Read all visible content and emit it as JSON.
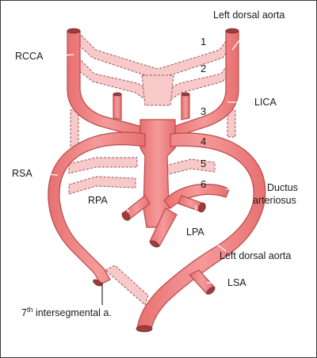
{
  "colors": {
    "vessel_fill": "#f08282",
    "vessel_edge": "#b84a4a",
    "vessel_highlight": "#f6a8a8",
    "regressed_fill": "#f8c9c9",
    "regressed_edge": "#9a5555",
    "text": "#1a1a1a"
  },
  "labels": {
    "left_dorsal_aorta_top": "Left dorsal aorta",
    "rcca": "RCCA",
    "lica": "LICA",
    "rsa": "RSA",
    "ductus_line1": "Ductus",
    "ductus_line2": "arteriosus",
    "rpa": "RPA",
    "lpa": "LPA",
    "left_dorsal_aorta_bottom": "Left dorsal aorta",
    "lsa": "LSA",
    "intersegmental_base": "7",
    "intersegmental_sup": "th",
    "intersegmental_rest": " intersegmental a."
  },
  "arch_numbers": [
    "1",
    "2",
    "3",
    "4",
    "5",
    "6"
  ]
}
